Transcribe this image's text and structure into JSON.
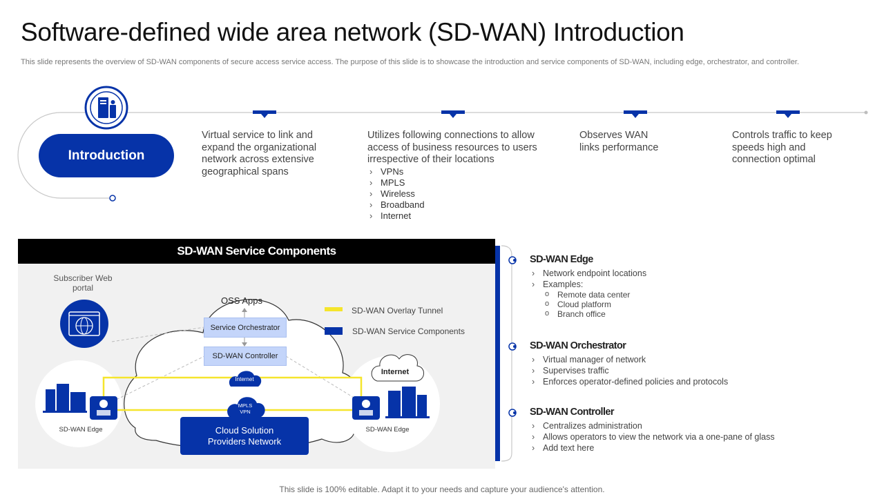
{
  "title": "Software-defined wide area network (SD-WAN) Introduction",
  "subtitle": "This slide represents the overview of SD-WAN components of secure access service access. The purpose of this slide is to showcase the introduction and service components of SD-WAN, including edge, orchestrator, and controller.",
  "timeline": {
    "intro_label": "Introduction",
    "icon": "network-device-icon",
    "items": [
      {
        "text": "Virtual service to link and expand the organizational network across extensive geographical spans"
      },
      {
        "text": "Utilizes following connections to allow access of business resources to users irrespective of their locations",
        "list": [
          "VPNs",
          "MPLS",
          "Wireless",
          "Broadband",
          "Internet"
        ]
      },
      {
        "text": "Observes WAN links performance"
      },
      {
        "text": "Controls traffic to keep speeds high and connection optimal"
      }
    ]
  },
  "diagram": {
    "header": "SD-WAN Service Components",
    "subscriber_portal": "Subscriber Web portal",
    "oss_apps": "OSS Apps",
    "service_orchestrator": "Service Orchestrator",
    "sdwan_controller": "SD-WAN Controller",
    "internet_small": "Internet",
    "mpls_vpn": "MPLS VPN",
    "internet_right": "Internet",
    "edge_left": "SD-WAN Edge",
    "edge_right": "SD-WAN Edge",
    "cloud_provider": "Cloud Solution Providers Network",
    "legend": {
      "overlay": "SD-WAN Overlay Tunnel",
      "service": "SD-WAN Service Components"
    },
    "colors": {
      "brand": "#0633a8",
      "tunnel": "#f5e52c",
      "component_fill": "#c4d5fa"
    }
  },
  "components": [
    {
      "heading": "SD-WAN Edge",
      "items": [
        "Network endpoint locations",
        "Examples:"
      ],
      "sub_items": [
        "Remote data center",
        "Cloud platform",
        "Branch office"
      ]
    },
    {
      "heading": "SD-WAN Orchestrator",
      "items": [
        "Virtual manager of network",
        "Supervises traffic",
        "Enforces operator-defined  policies and protocols"
      ]
    },
    {
      "heading": "SD-WAN Controller",
      "items": [
        "Centralizes administration",
        "Allows operators to view  the network via a one-pane  of glass",
        "Add text here"
      ]
    }
  ],
  "footer": "This slide is 100% editable. Adapt it to your needs and capture your audience's attention."
}
